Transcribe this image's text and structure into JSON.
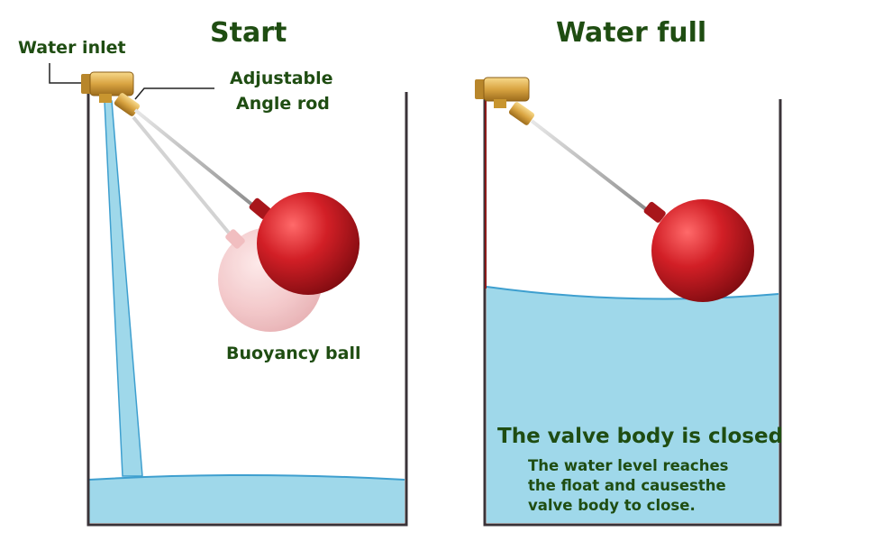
{
  "titles": {
    "start": "Start",
    "full": "Water full"
  },
  "labels": {
    "water_inlet": "Water inlet",
    "angle_rod_line1": "Adjustable",
    "angle_rod_line2": "Angle rod",
    "buoyancy_ball": "Buoyancy ball"
  },
  "closed": {
    "title": "The valve body is closed",
    "line1": "The water level reaches",
    "line2": "the float and causesthe",
    "line3": "valve body to close."
  },
  "colors": {
    "label_green": "#1f4d12",
    "water": "#9fd8ea",
    "water_line": "#3e9fcf",
    "ball_red": "#c4191f",
    "tank_wall": "#3a3338",
    "brass": "#d9a441"
  }
}
